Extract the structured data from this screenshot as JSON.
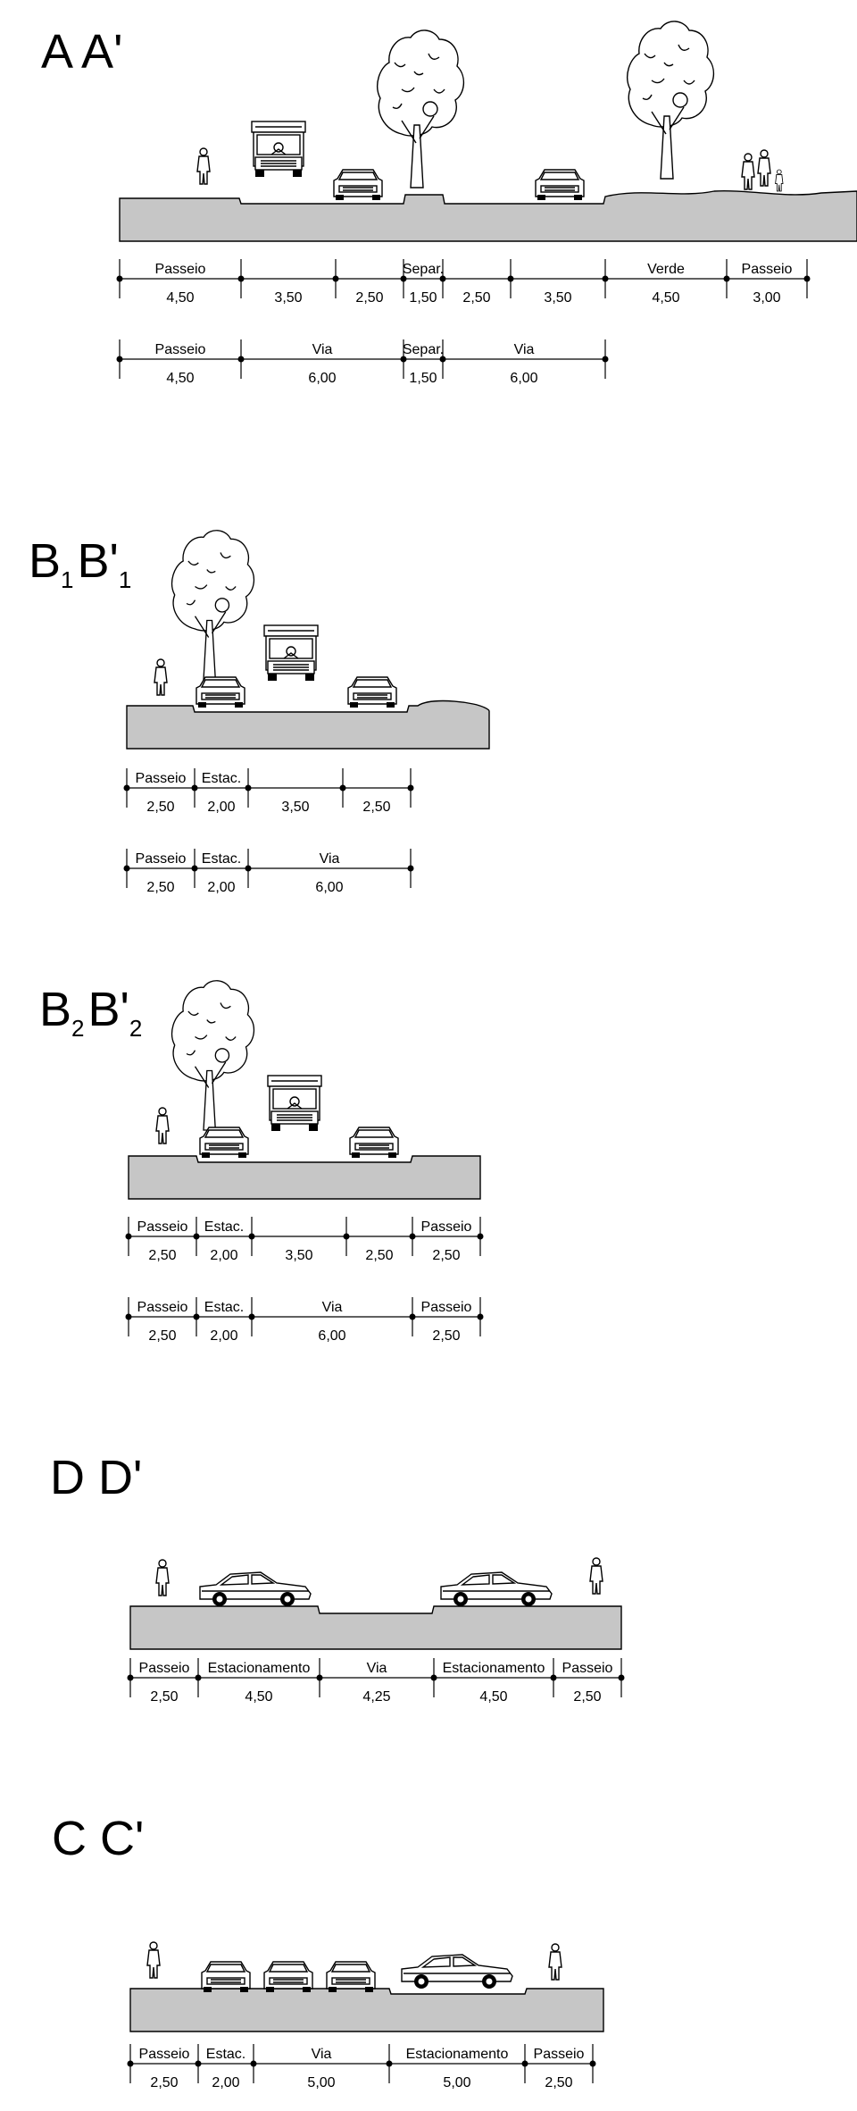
{
  "sections": [
    {
      "id": "aa",
      "title": "A A'",
      "rows": [
        {
          "labels": [
            "Passeio",
            "",
            "",
            "Separ.",
            "",
            "",
            "Verde",
            "Passeio"
          ],
          "values": [
            "4,50",
            "3,50",
            "2,50",
            "1,50",
            "2,50",
            "3,50",
            "4,50",
            "3,00"
          ]
        },
        {
          "labels": [
            "Passeio",
            "Via",
            "Separ.",
            "Via"
          ],
          "values": [
            "4,50",
            "6,00",
            "1,50",
            "6,00"
          ]
        }
      ]
    },
    {
      "id": "b1",
      "title": "B",
      "title_sub": "1",
      "title2": "B'",
      "title2_sub": "1",
      "rows": [
        {
          "labels": [
            "Passeio",
            "Estac.",
            "",
            ""
          ],
          "values": [
            "2,50",
            "2,00",
            "3,50",
            "2,50"
          ]
        },
        {
          "labels": [
            "Passeio",
            "Estac.",
            "Via"
          ],
          "values": [
            "2,50",
            "2,00",
            "6,00"
          ]
        }
      ]
    },
    {
      "id": "b2",
      "title": "B",
      "title_sub": "2",
      "title2": "B'",
      "title2_sub": "2",
      "rows": [
        {
          "labels": [
            "Passeio",
            "Estac.",
            "",
            "",
            "Passeio"
          ],
          "values": [
            "2,50",
            "2,00",
            "3,50",
            "2,50",
            "2,50"
          ]
        },
        {
          "labels": [
            "Passeio",
            "Estac.",
            "Via",
            "Passeio"
          ],
          "values": [
            "2,50",
            "2,00",
            "6,00",
            "2,50"
          ]
        }
      ]
    },
    {
      "id": "dd",
      "title": "D D'",
      "rows": [
        {
          "labels": [
            "Passeio",
            "Estacionamento",
            "Via",
            "Estacionamento",
            "Passeio"
          ],
          "values": [
            "2,50",
            "4,50",
            "4,25",
            "4,50",
            "2,50"
          ]
        }
      ]
    },
    {
      "id": "cc",
      "title": "C C'",
      "rows": [
        {
          "labels": [
            "Passeio",
            "Estac.",
            "Via",
            "Estacionamento",
            "Passeio"
          ],
          "values": [
            "2,50",
            "2,00",
            "5,00",
            "5,00",
            "2,50"
          ]
        }
      ]
    }
  ]
}
